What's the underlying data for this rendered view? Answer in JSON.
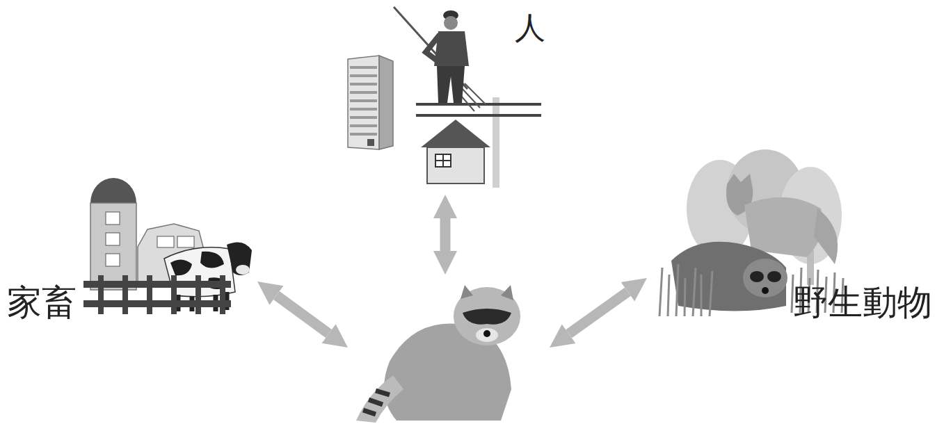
{
  "diagram": {
    "nodes": [
      {
        "text": [
          "人"
        ]
      },
      {
        "text": [
          "家畜"
        ]
      },
      {
        "text": []
      },
      {
        "text": [
          "野生動物"
        ]
      }
    ],
    "edges": [
      {
        "from": 2,
        "to": 0,
        "arrow": "both"
      },
      {
        "from": 2,
        "to": 1,
        "arrow": "both"
      },
      {
        "from": 2,
        "to": 3,
        "arrow": "both"
      }
    ]
  }
}
